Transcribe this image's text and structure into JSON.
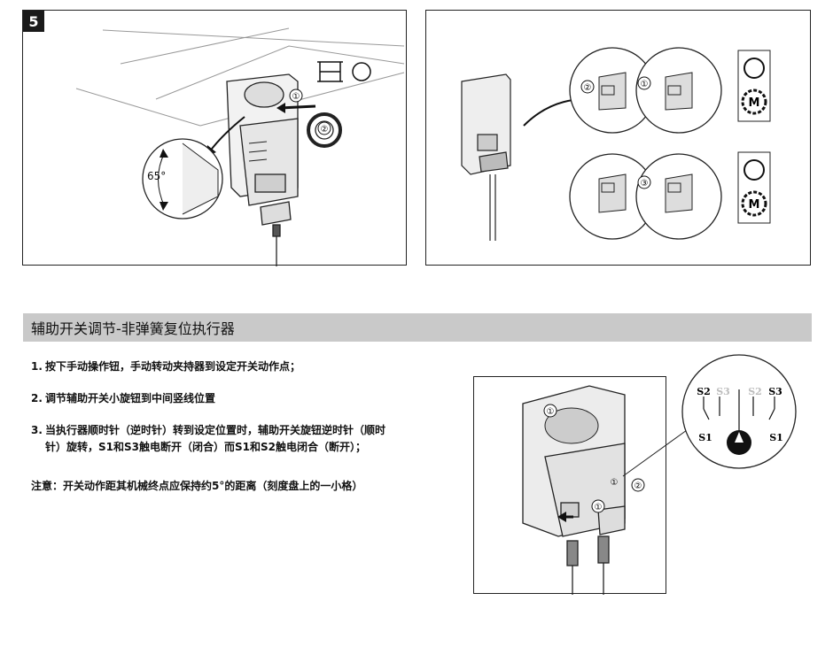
{
  "step_badge": "5",
  "top_left_figure": {
    "angle_label": "65°",
    "callouts": [
      "①",
      "②"
    ]
  },
  "top_right_figure": {
    "callouts": [
      "②",
      "①",
      "③"
    ],
    "motor_letter": "M"
  },
  "section": {
    "title": "辅助开关调节-非弹簧复位执行器"
  },
  "steps": [
    {
      "num": "1.",
      "text": "按下手动操作钮，手动转动夹持器到设定开关动作点；"
    },
    {
      "num": "2.",
      "text": "调节辅助开关小旋钮到中间竖线位置"
    },
    {
      "num": "3.",
      "line1": "当执行器顺时针（逆时针）转到设定位置时，辅助开关旋钮逆时针（顺时",
      "line2": "针）旋转，S1和S3触电断开（闭合）而S1和S2触电闭合（断开）；"
    }
  ],
  "note": "注意：开关动作距其机械终点应保持约5°的距离（刻度盘上的一小格）",
  "switch_dial": {
    "top_labels": [
      "S2",
      "S3",
      "S2",
      "S3"
    ],
    "bottom_labels": [
      "S1",
      "S1"
    ]
  },
  "bottom_figure": {
    "callouts": [
      "①",
      "①",
      "②",
      "①"
    ]
  },
  "colors": {
    "section_bar": "#c9c9c9",
    "badge": "#1a1a1a",
    "faded_label": "#bdbdbd"
  }
}
